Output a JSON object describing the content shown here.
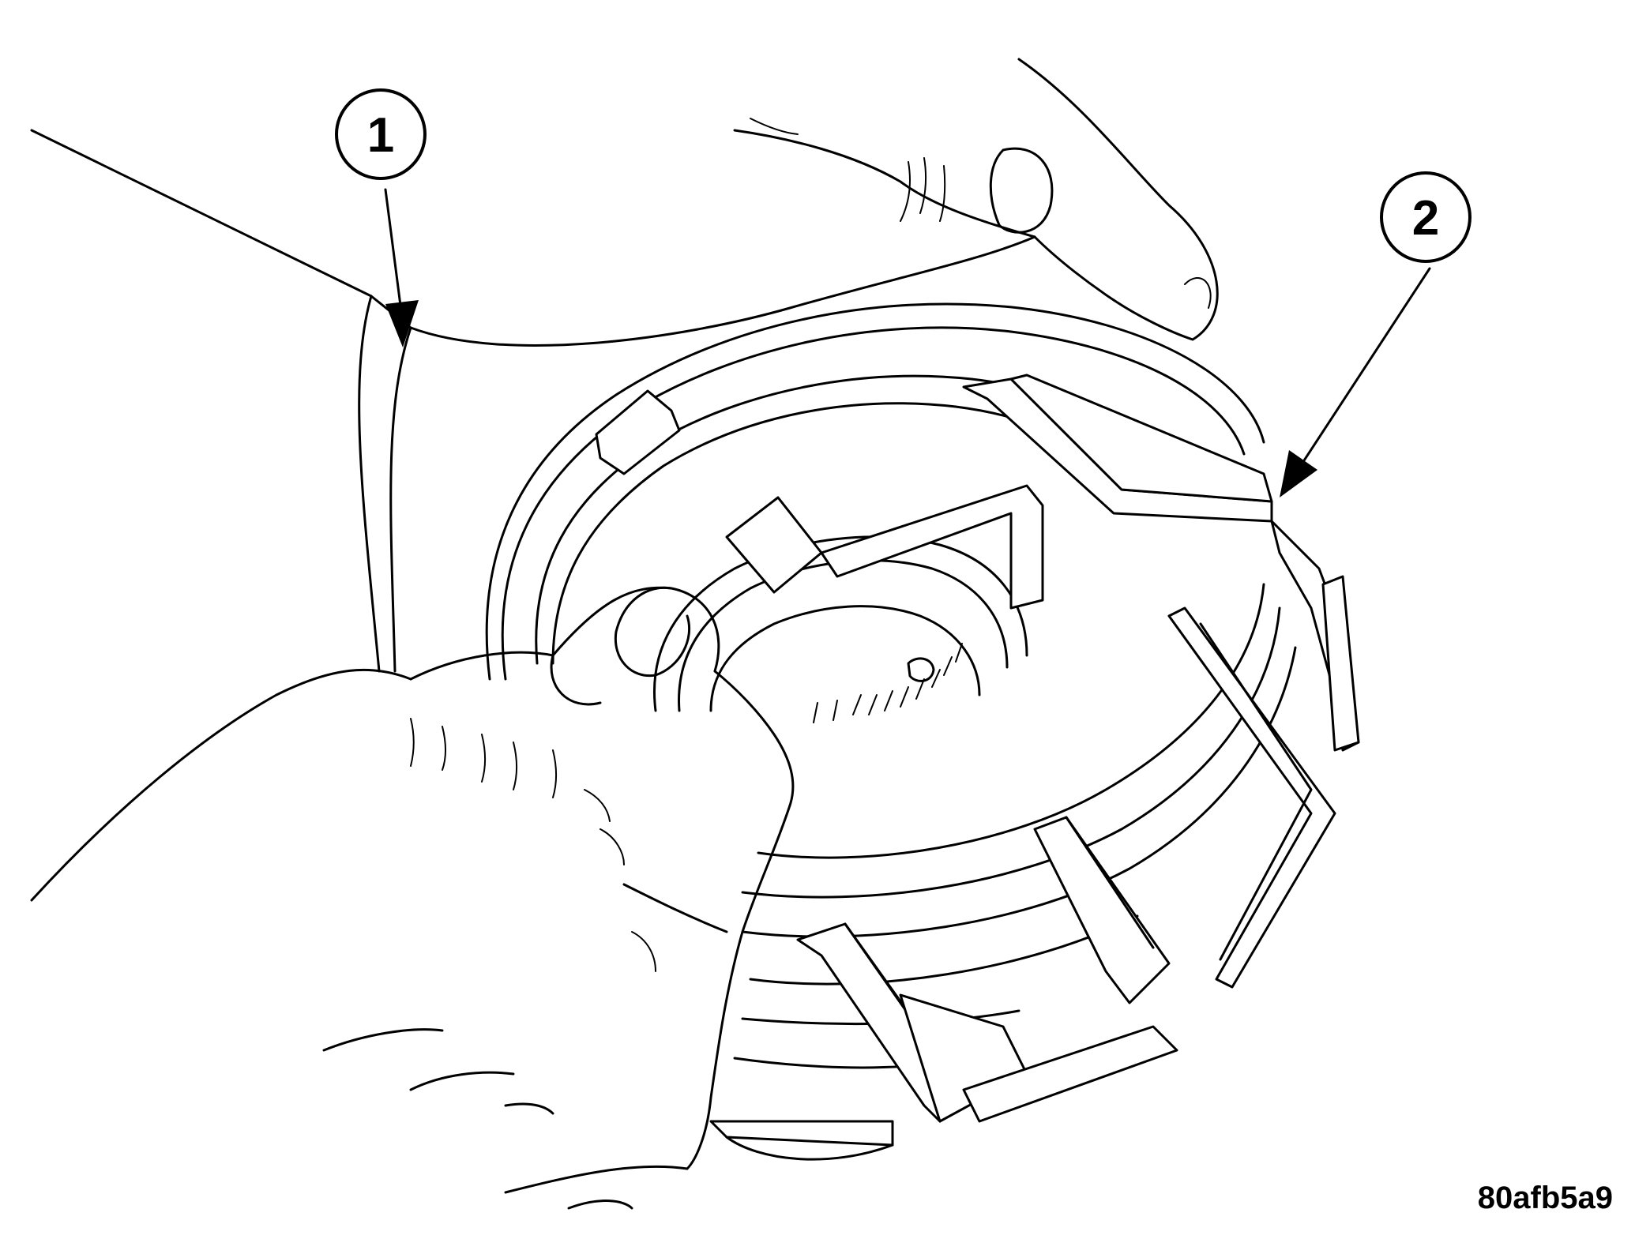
{
  "callouts": [
    {
      "label": "1"
    },
    {
      "label": "2"
    }
  ],
  "figure_id": "80afb5a9",
  "colors": {
    "ink": "#000000",
    "paper": "#ffffff"
  }
}
